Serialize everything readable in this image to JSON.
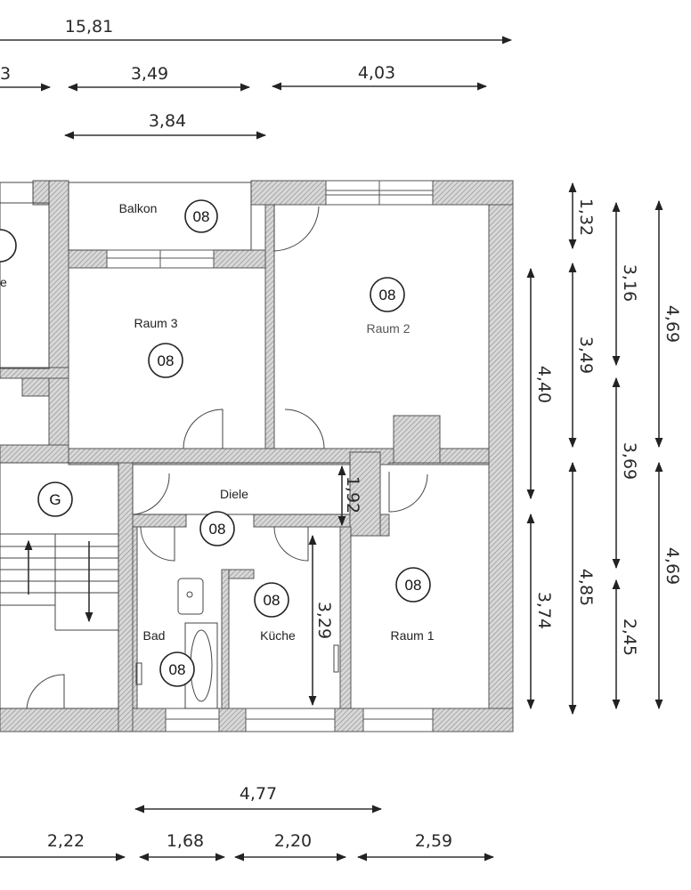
{
  "dimensions": {
    "top_total": "15,81",
    "top_left_partial": "3",
    "top_mid": "3,49",
    "top_right": "4,03",
    "top_balcony": "3,84",
    "right_balcony_depth": "1,32",
    "right_raum2": "3,49",
    "right_raum2_plus": "4,40",
    "right_col_a": "3,16",
    "right_col_b": "3,69",
    "right_col_c": "2,45",
    "right_outer_top": "4,69",
    "right_outer_bottom": "4,69",
    "right_lower": "4,85",
    "right_lower_inner": "3,74",
    "diele_depth": "1,92",
    "kueche_depth": "3,29",
    "bottom_span": "4,77",
    "bottom_a": "2,22",
    "bottom_b": "1,68",
    "bottom_c": "2,20",
    "bottom_d": "2,59"
  },
  "rooms": {
    "balkon": {
      "label": "Balkon",
      "badge": "08"
    },
    "raum3": {
      "label": "Raum 3",
      "badge": "08"
    },
    "raum2": {
      "label": "Raum 2",
      "badge": "08"
    },
    "diele": {
      "label": "Diele",
      "badge": "08"
    },
    "bad": {
      "label": "Bad",
      "badge": "08"
    },
    "kueche": {
      "label": "Küche",
      "badge": "08"
    },
    "raum1": {
      "label": "Raum 1",
      "badge": "08"
    },
    "stair": {
      "badge": "G"
    },
    "left_partial": {
      "label": "e"
    }
  }
}
